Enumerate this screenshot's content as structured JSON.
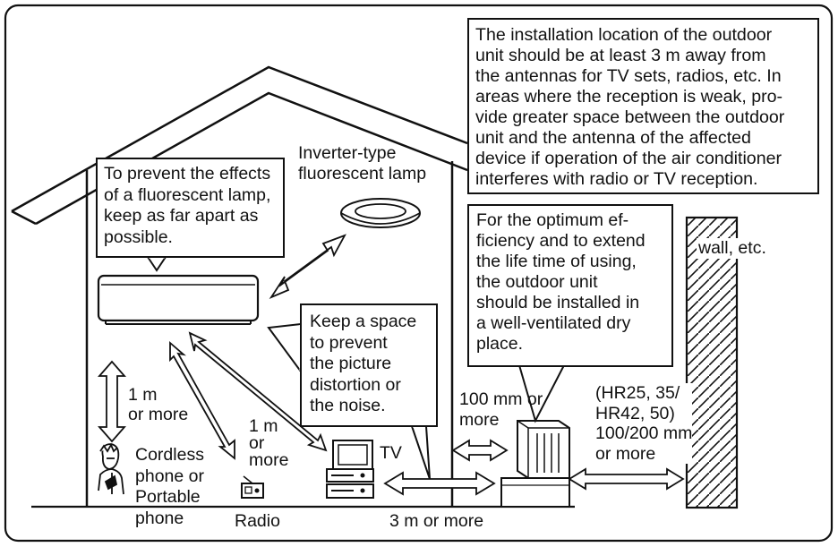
{
  "notes": {
    "installation": "The installation location of the outdoor\nunit should be at least 3 m away from\nthe antennas for TV sets, radios, etc. In\nareas where the reception is weak, pro-\nvide greater space between the outdoor\nunit and the antenna of the affected\ndevice if operation of the air conditioner\ninterferes with radio or TV reception.",
    "fluorescent": "To prevent the effects\nof a fluorescent lamp,\nkeep as far apart as\npossible.",
    "lamp_label": "Inverter-type\nfluorescent lamp",
    "optimum": "For the optimum ef-\nficiency and to extend\nthe life time of using,\nthe outdoor unit\nshould be installed in\na well-ventilated dry\nplace.",
    "space": "Keep a space\nto prevent\nthe picture\ndistortion or\nthe noise."
  },
  "labels": {
    "wall": "wall, etc.",
    "one_m_vertical": "1 m\nor more",
    "one_m_diagonal": "1 m\nor\nmore",
    "cordless": "Cordless\nphone or\nPortable\nphone",
    "radio": "Radio",
    "tv": "TV",
    "three_m": "3 m or more",
    "hundred_mm": "100 mm or\nmore",
    "models": "(HR25, 35/\nHR42, 50)\n100/200 mm\nor more"
  }
}
